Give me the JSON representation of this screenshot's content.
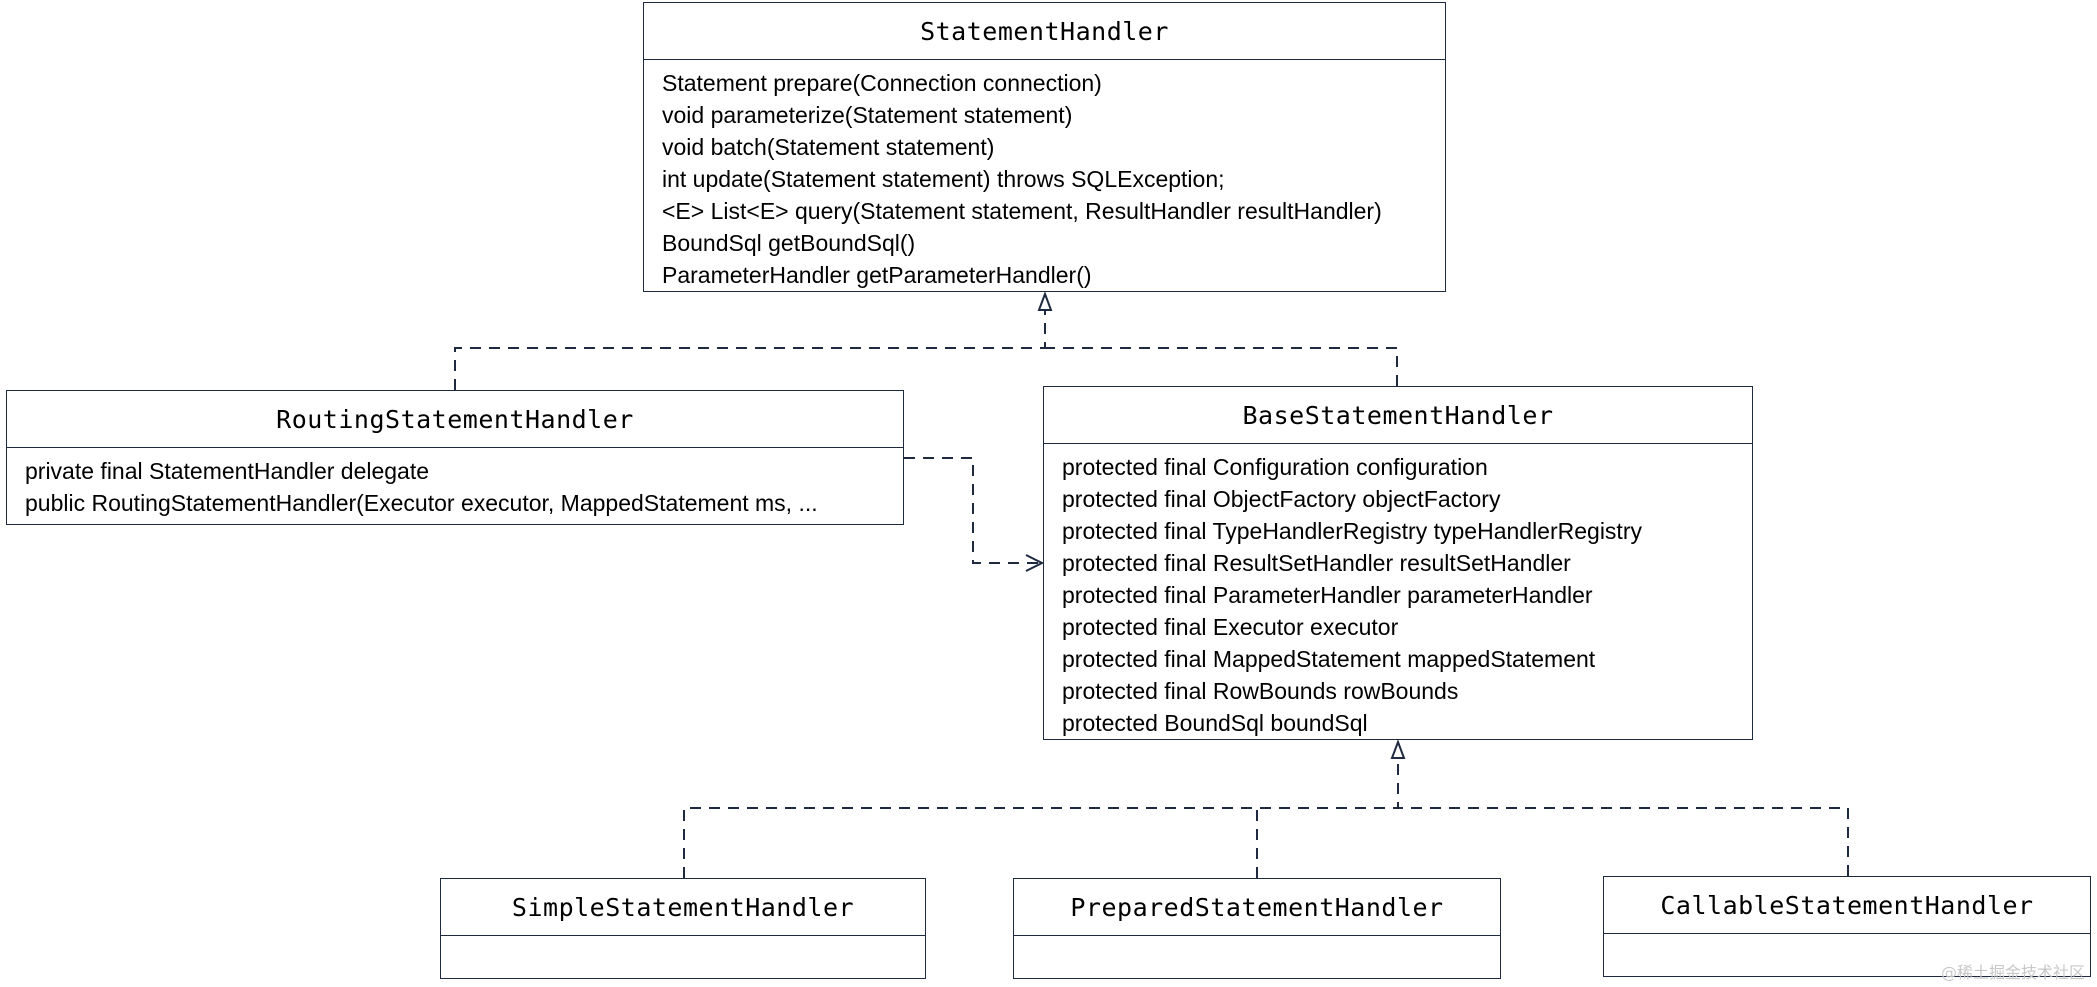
{
  "classes": {
    "statement_handler": {
      "name": "StatementHandler",
      "members": [
        "Statement prepare(Connection connection)",
        "void parameterize(Statement statement)",
        "void batch(Statement statement)",
        "int update(Statement statement) throws SQLException;",
        "<E> List<E> query(Statement statement, ResultHandler resultHandler)",
        "BoundSql getBoundSql()",
        "ParameterHandler getParameterHandler()"
      ]
    },
    "routing": {
      "name": "RoutingStatementHandler",
      "members": [
        "private final StatementHandler delegate",
        "public RoutingStatementHandler(Executor executor, MappedStatement ms, ..."
      ]
    },
    "base": {
      "name": "BaseStatementHandler",
      "members": [
        "protected final Configuration configuration",
        "protected final ObjectFactory objectFactory",
        "protected final TypeHandlerRegistry typeHandlerRegistry",
        "protected final ResultSetHandler resultSetHandler",
        "protected final ParameterHandler parameterHandler",
        "protected final Executor executor",
        "protected final MappedStatement mappedStatement",
        "protected final RowBounds rowBounds",
        "protected BoundSql boundSql"
      ]
    },
    "simple": {
      "name": "SimpleStatementHandler",
      "members": []
    },
    "prepared": {
      "name": "PreparedStatementHandler",
      "members": []
    },
    "callable": {
      "name": "CallableStatementHandler",
      "members": []
    }
  },
  "watermark": "@稀土掘金技术社区",
  "colors": {
    "border": "#1e2a40",
    "line": "#1e2a40",
    "watermark": "#c8c8c8"
  }
}
